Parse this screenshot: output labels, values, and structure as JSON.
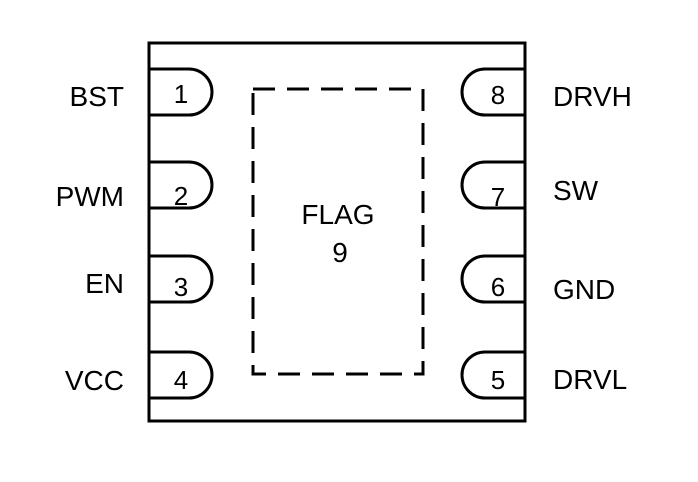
{
  "package": {
    "pins": [
      {
        "number": "1",
        "label": "BST"
      },
      {
        "number": "2",
        "label": "PWM"
      },
      {
        "number": "3",
        "label": "EN"
      },
      {
        "number": "4",
        "label": "VCC"
      },
      {
        "number": "5",
        "label": "DRVL"
      },
      {
        "number": "6",
        "label": "GND"
      },
      {
        "number": "7",
        "label": "SW"
      },
      {
        "number": "8",
        "label": "DRVH"
      }
    ],
    "flag": {
      "label": "FLAG",
      "number": "9"
    }
  }
}
